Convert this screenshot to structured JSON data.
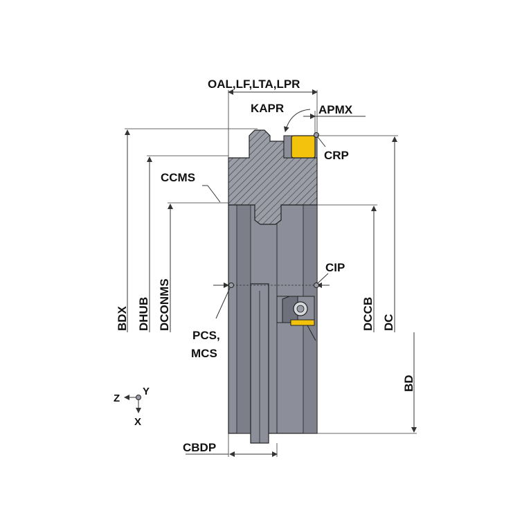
{
  "diagram": {
    "labels": {
      "oal": "OAL,LF,LTA,LPR",
      "kapr": "KAPR",
      "apmx": "APMX",
      "crp": "CRP",
      "ccms": "CCMS",
      "cip": "CIP",
      "bdx": "BDX",
      "dhub": "DHUB",
      "dconms": "DCONMS",
      "dccb": "DCCB",
      "dc": "DC",
      "pcs": "PCS,",
      "mcs": "MCS",
      "bd": "BD",
      "cbdp": "CBDP",
      "axis_z": "Z",
      "axis_y": "Y",
      "axis_x": "X"
    },
    "colors": {
      "body": "#8c8f9a",
      "body_dark": "#6e717c",
      "hatch_fill": "#9a9da6",
      "insert": "#f2c20c",
      "outline": "#222222"
    }
  }
}
